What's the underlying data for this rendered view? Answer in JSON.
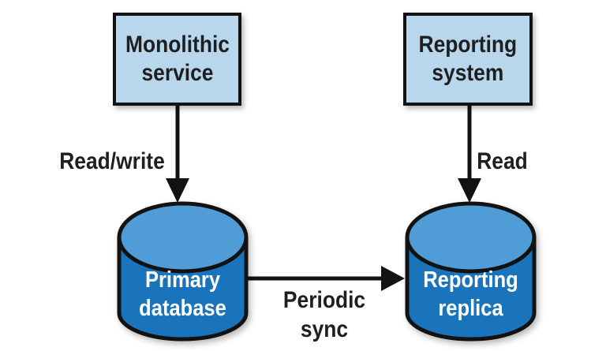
{
  "diagram": {
    "nodes": {
      "monolithic_service": {
        "label": "Monolithic\nservice",
        "shape": "rectangle"
      },
      "reporting_system": {
        "label": "Reporting\nsystem",
        "shape": "rectangle"
      },
      "primary_database": {
        "label": "Primary\ndatabase",
        "shape": "cylinder"
      },
      "reporting_replica": {
        "label": "Reporting\nreplica",
        "shape": "cylinder"
      }
    },
    "edges": [
      {
        "from": "monolithic_service",
        "to": "primary_database",
        "label": "Read/write",
        "direction": "down"
      },
      {
        "from": "reporting_system",
        "to": "reporting_replica",
        "label": "Read",
        "direction": "down"
      },
      {
        "from": "primary_database",
        "to": "reporting_replica",
        "label": "Periodic\nsync",
        "direction": "right"
      }
    ],
    "colors": {
      "box_fill": "#b9d7ec",
      "cylinder_body": "#1a74bc",
      "cylinder_top": "#4f9cd6",
      "outline": "#121212",
      "label_dark": "#1f1f1f",
      "label_light": "#ffffff",
      "background": "#ffffff"
    }
  }
}
